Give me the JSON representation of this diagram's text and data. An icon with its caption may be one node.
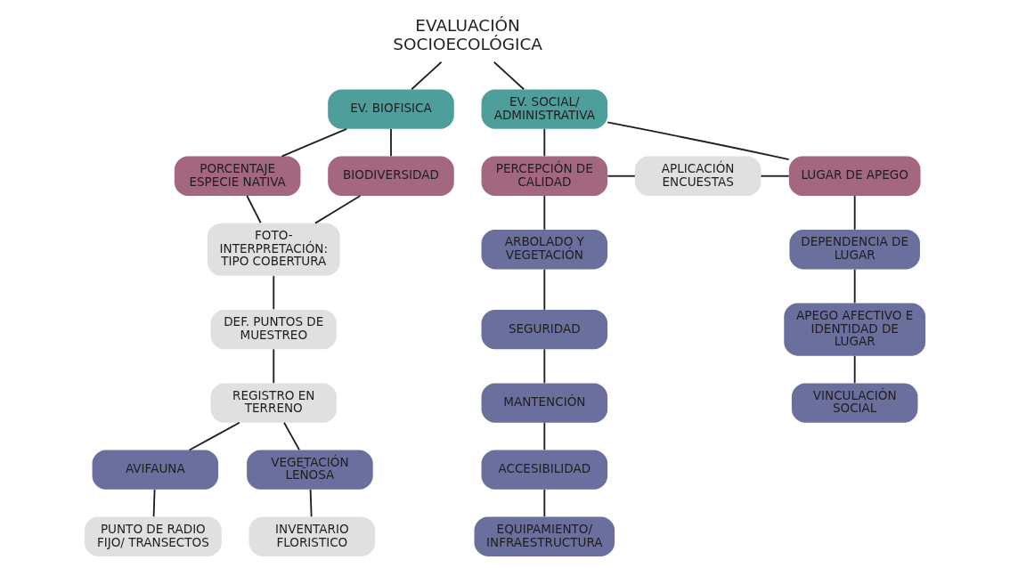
{
  "diagram": {
    "nodes": [
      {
        "text": [
          "EVALUACIÓN SOCIOECOLÓGICA"
        ]
      },
      {
        "text": [
          "EV. BIOFISICA"
        ]
      },
      {
        "text": [
          "EV. SOCIAL/ ADMINISTRATIVA"
        ]
      },
      {
        "text": [
          "PORCENTAJE ESPECIE NATIVA"
        ]
      },
      {
        "text": [
          "BIODIVERSIDAD"
        ]
      },
      {
        "text": [
          "FOTO- INTERPRETACIÓN: TIPO COBERTURA"
        ]
      },
      {
        "text": [
          "DEF. PUNTOS DE MUESTREO"
        ]
      },
      {
        "text": [
          "REGISTRO EN TERRENO"
        ]
      },
      {
        "text": [
          "AVIFAUNA"
        ]
      },
      {
        "text": [
          "VEGETACIÓN LEÑOSA"
        ]
      },
      {
        "text": [
          "PUNTO DE RADIO FIJO/ TRANSECTOS"
        ]
      },
      {
        "text": [
          "INVENTARIO FLORISTICO"
        ]
      },
      {
        "text": [
          "PERCEPCIÓN DE CALIDAD"
        ]
      },
      {
        "text": [
          "APLICACIÓN ENCUESTAS"
        ]
      },
      {
        "text": [
          "LUGAR DE APEGO"
        ]
      },
      {
        "text": [
          "ARBOLADO Y VEGETACIÓN"
        ]
      },
      {
        "text": [
          "SEGURIDAD"
        ]
      },
      {
        "text": [
          "MANTENCIÓN"
        ]
      },
      {
        "text": [
          "ACCESIBILIDAD"
        ]
      },
      {
        "text": [
          "EQUIPAMIENTO/ INFRAESTRUCTURA"
        ]
      },
      {
        "text": [
          "DEPENDENCIA DE LUGAR"
        ]
      },
      {
        "text": [
          "APEGO AFECTIVO E IDENTIDAD DE LUGAR"
        ]
      },
      {
        "text": [
          "VINCULACIÓN SOCIAL"
        ]
      }
    ],
    "edges": [
      {
        "from": 0,
        "to": 1,
        "arrow": "none"
      },
      {
        "from": 0,
        "to": 2,
        "arrow": "none"
      },
      {
        "from": 1,
        "to": 3,
        "arrow": "none"
      },
      {
        "from": 1,
        "to": 4,
        "arrow": "none"
      },
      {
        "from": 3,
        "to": 5,
        "arrow": "none"
      },
      {
        "from": 4,
        "to": 5,
        "arrow": "none"
      },
      {
        "from": 5,
        "to": 6,
        "arrow": "none"
      },
      {
        "from": 6,
        "to": 7,
        "arrow": "none"
      },
      {
        "from": 7,
        "to": 8,
        "arrow": "none"
      },
      {
        "from": 7,
        "to": 9,
        "arrow": "none"
      },
      {
        "from": 8,
        "to": 10,
        "arrow": "none"
      },
      {
        "from": 9,
        "to": 11,
        "arrow": "none"
      },
      {
        "from": 2,
        "to": 12,
        "arrow": "none"
      },
      {
        "from": 2,
        "to": 14,
        "arrow": "none"
      },
      {
        "from": 12,
        "to": 13,
        "arrow": "none"
      },
      {
        "from": 13,
        "to": 14,
        "arrow": "none"
      },
      {
        "from": 12,
        "to": 15,
        "arrow": "none"
      },
      {
        "from": 15,
        "to": 16,
        "arrow": "none"
      },
      {
        "from": 16,
        "to": 17,
        "arrow": "none"
      },
      {
        "from": 17,
        "to": 18,
        "arrow": "none"
      },
      {
        "from": 18,
        "to": 19,
        "arrow": "none"
      },
      {
        "from": 14,
        "to": 20,
        "arrow": "none"
      },
      {
        "from": 20,
        "to": 21,
        "arrow": "none"
      },
      {
        "from": 21,
        "to": 22,
        "arrow": "none"
      }
    ]
  }
}
